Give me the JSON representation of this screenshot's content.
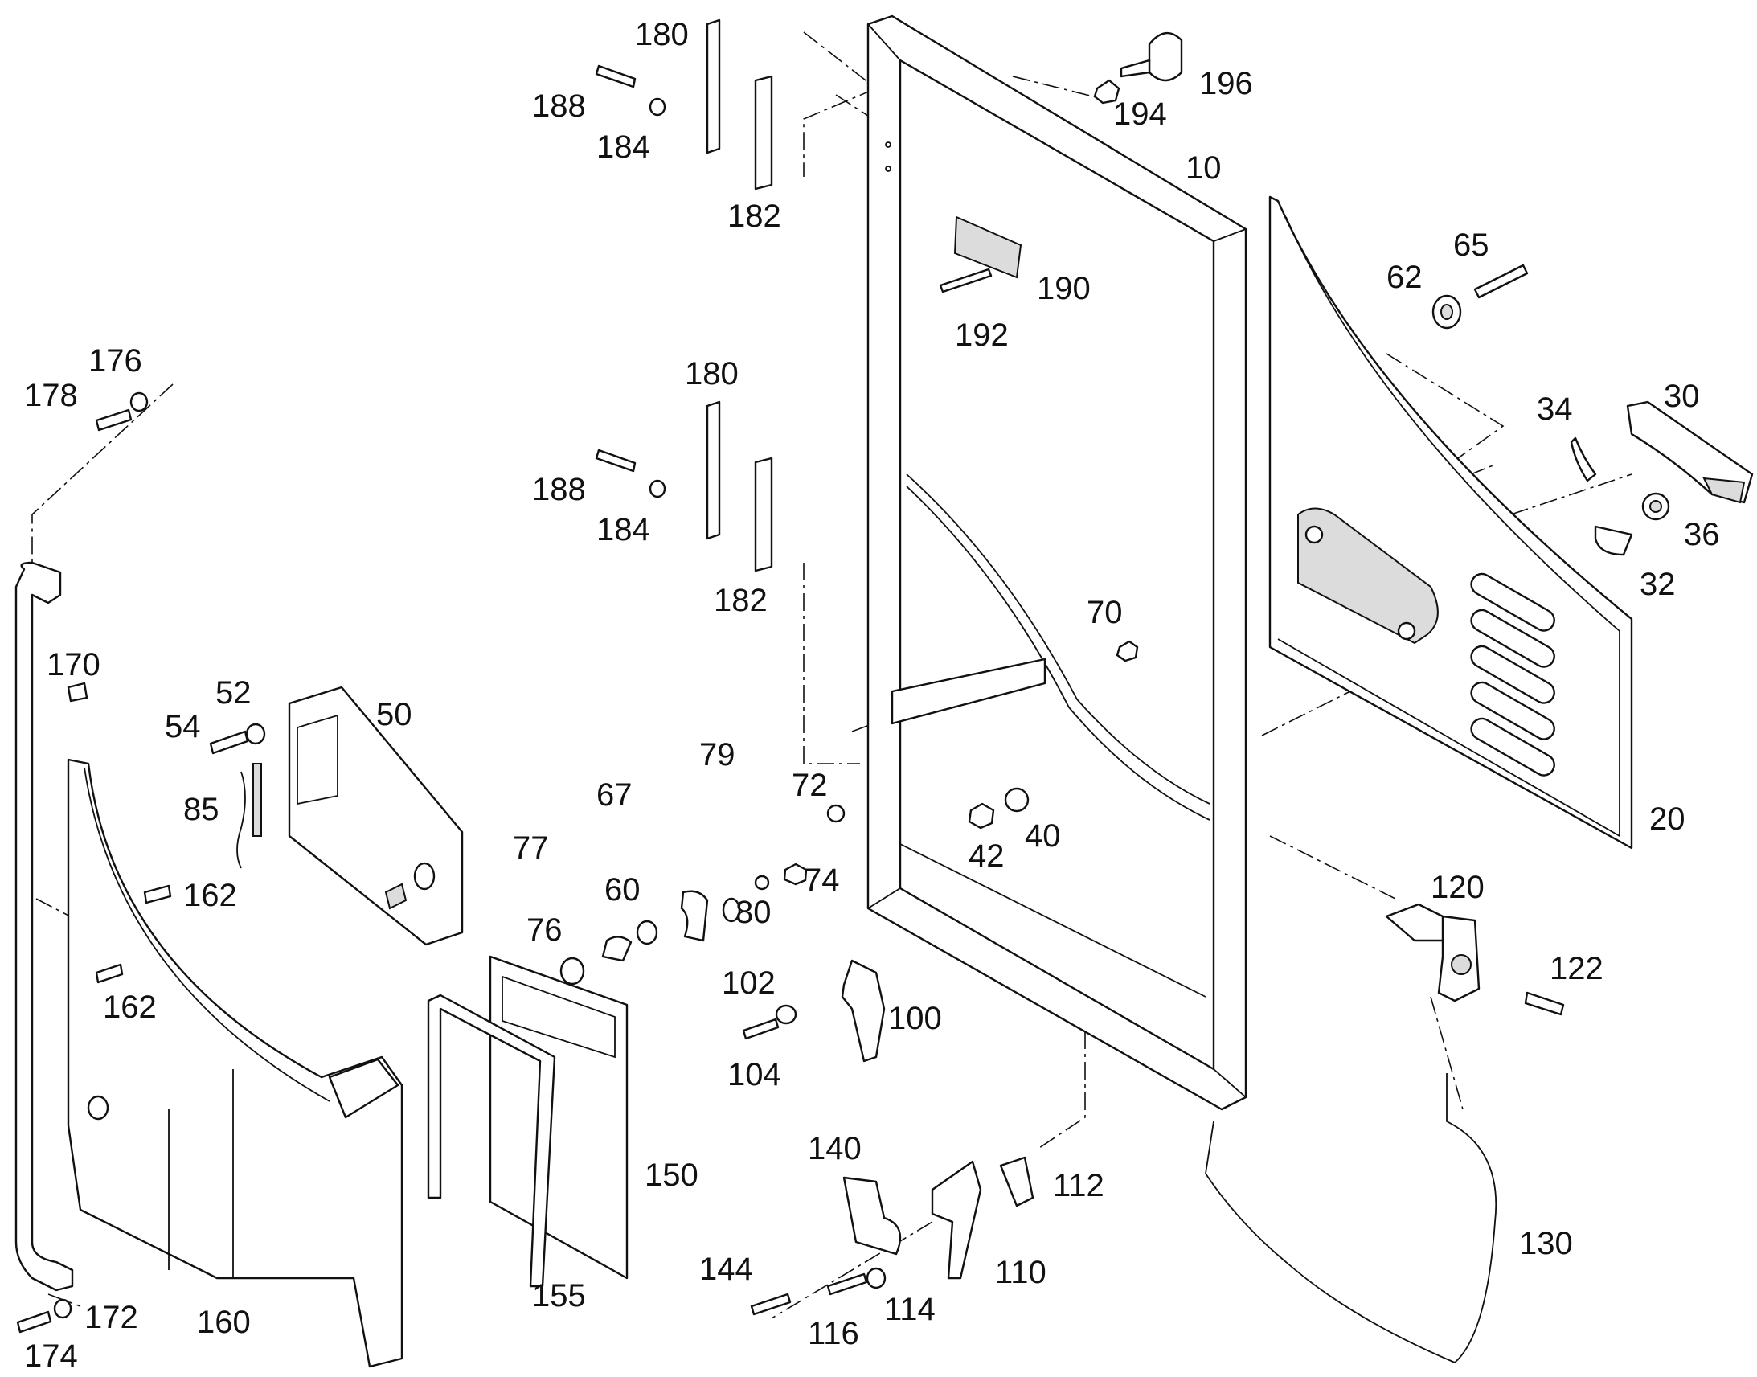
{
  "labels": {
    "p10": "10",
    "p20": "20",
    "p30": "30",
    "p32": "32",
    "p34": "34",
    "p36": "36",
    "p40": "40",
    "p42": "42",
    "p50": "50",
    "p52": "52",
    "p54": "54",
    "p60": "60",
    "p62": "62",
    "p65": "65",
    "p67": "67",
    "p70": "70",
    "p72": "72",
    "p74": "74",
    "p76": "76",
    "p77": "77",
    "p79": "79",
    "p80": "80",
    "p85": "85",
    "p100": "100",
    "p102": "102",
    "p104": "104",
    "p110": "110",
    "p112": "112",
    "p114": "114",
    "p116": "116",
    "p120": "120",
    "p122": "122",
    "p130": "130",
    "p140": "140",
    "p144": "144",
    "p150": "150",
    "p155": "155",
    "p160": "160",
    "p162a": "162",
    "p162b": "162",
    "p170": "170",
    "p172": "172",
    "p174": "174",
    "p176": "176",
    "p178": "178",
    "p180a": "180",
    "p180b": "180",
    "p182a": "182",
    "p182b": "182",
    "p184a": "184",
    "p184b": "184",
    "p188a": "188",
    "p188b": "188",
    "p190": "190",
    "p192": "192",
    "p194": "194",
    "p196": "196"
  }
}
